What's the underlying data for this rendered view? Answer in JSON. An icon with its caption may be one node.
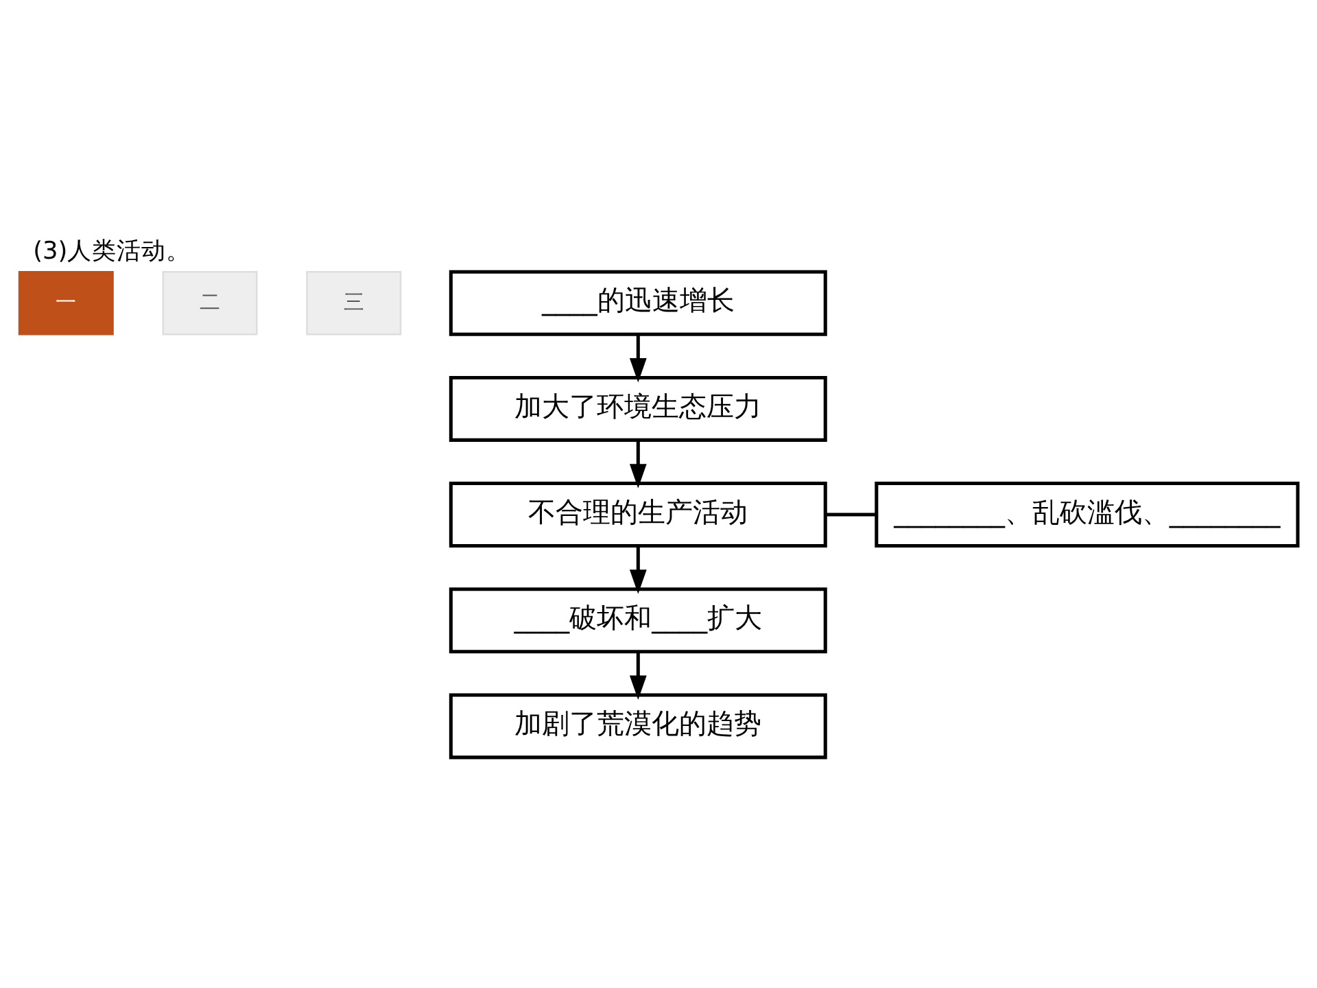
{
  "diagram": {
    "title": "(3)人类活动。",
    "nodes": [
      {
        "text": [
          "一"
        ]
      },
      {
        "text": [
          "二"
        ]
      },
      {
        "text": [
          "三"
        ]
      },
      {
        "text": [
          "____的迅速增长"
        ]
      },
      {
        "text": [
          "加大了环境生态压力"
        ]
      },
      {
        "text": [
          "不合理的生产活动"
        ]
      },
      {
        "text": [
          "____破坏和____扩大"
        ]
      },
      {
        "text": [
          "加剧了荒漠化的趋势"
        ]
      },
      {
        "text": [
          "________、乱砍滥伐、________"
        ]
      }
    ],
    "edges": [
      {
        "from": 3,
        "to": 4,
        "arrow": "to"
      },
      {
        "from": 4,
        "to": 5,
        "arrow": "to"
      },
      {
        "from": 5,
        "to": 6,
        "arrow": "to"
      },
      {
        "from": 6,
        "to": 7,
        "arrow": "to"
      },
      {
        "from": 5,
        "to": 8,
        "arrow": "none"
      }
    ]
  }
}
